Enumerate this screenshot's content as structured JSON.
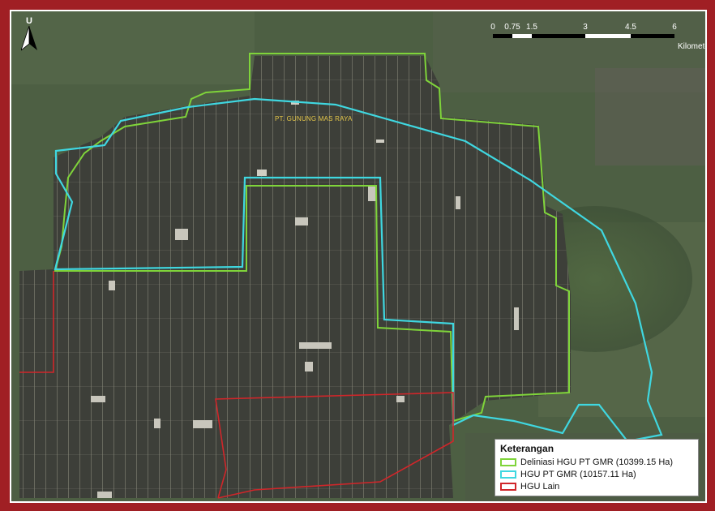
{
  "north_arrow": {
    "letter": "U"
  },
  "scalebar": {
    "ticks": [
      "0",
      "0.75",
      "1.5",
      "3",
      "4.5",
      "6"
    ],
    "unit": "Kilometer"
  },
  "map_labels": {
    "company": "PT. GUNUNG MAS RAYA"
  },
  "legend": {
    "title": "Keterangan",
    "items": [
      {
        "label": "Deliniasi HGU PT GMR (10399.15 Ha)",
        "color": "#7fd43a"
      },
      {
        "label": "HGU PT GMR (10157.11 Ha)",
        "color": "#3fd7e0"
      },
      {
        "label": "HGU Lain",
        "color": "#d0262a"
      }
    ]
  },
  "colors": {
    "frame": "#a01f24",
    "green_boundary": "#7fd43a",
    "cyan_boundary": "#3fd7e0",
    "red_boundary": "#d0262a"
  }
}
